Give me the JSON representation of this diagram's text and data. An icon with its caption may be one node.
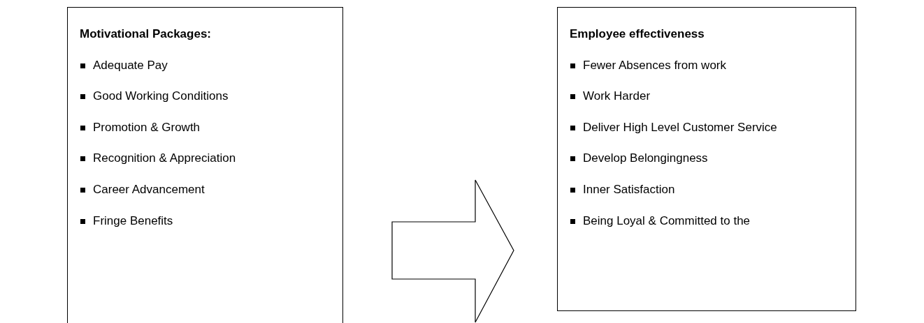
{
  "diagram": {
    "nodes": [
      {
        "text": [
          "Motivational Packages:",
          "Adequate Pay",
          "Good Working Conditions",
          "Promotion & Growth",
          "Recognition & Appreciation",
          "Career Advancement",
          "Fringe Benefits"
        ]
      },
      {
        "text": [
          "Employee effectiveness",
          "Fewer Absences from work",
          "Work Harder",
          "Deliver High Level Customer Service",
          "Develop Belongingness",
          "Inner Satisfaction",
          "Being Loyal & Committed to the"
        ]
      }
    ],
    "edges": [
      {
        "from": 0,
        "to": 1,
        "arrow": "to"
      }
    ]
  }
}
